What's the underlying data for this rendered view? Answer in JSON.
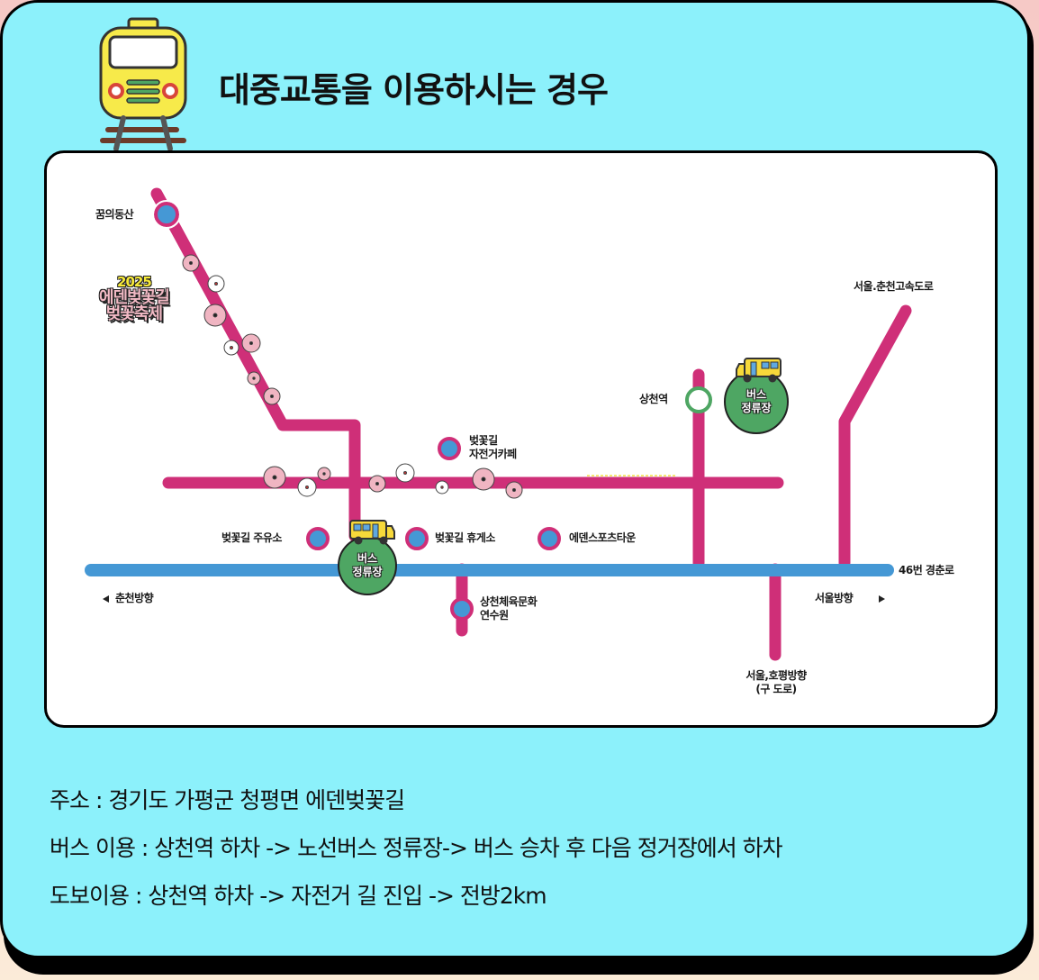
{
  "header": {
    "title": "대중교통을 이용하시는 경우",
    "icon": "train-icon"
  },
  "map": {
    "festival_badge": {
      "year": "2025",
      "line1": "에덴벚꽃길",
      "line2": "벚꽃축제"
    },
    "stations": {
      "dream_hill": "꿈의동산",
      "bike_cafe_line1": "벚꽃길",
      "bike_cafe_line2": "자전거카페",
      "gas_station": "벚꽃길 주유소",
      "rest_area": "벚꽃길 휴게소",
      "eden_sports": "에덴스포츠타운",
      "training_center_line1": "상천체육문화",
      "training_center_line2": "연수원",
      "sangcheon_station": "상천역"
    },
    "bus_stops": [
      {
        "line1": "버스",
        "line2": "정류장"
      },
      {
        "line1": "버스",
        "line2": "정류장"
      }
    ],
    "roads": {
      "highway": "서울.춘천고속도로",
      "route46": "46번 경춘로",
      "to_chuncheon": "춘천방향",
      "to_seoul": "서울방향",
      "old_road_line1": "서울,호평방향",
      "old_road_line2": "(구 도로)"
    },
    "colors": {
      "pink_road": "#cf2f78",
      "blue_road": "#4598d5",
      "station_fill": "#4598d5",
      "bus_stop_green": "#4ea663",
      "station_ring_green": "#4ea663"
    }
  },
  "info": {
    "address": "주소 : 경기도 가평군 청평면 에덴벚꽃길",
    "bus": "버스 이용 : 상천역 하차 -> 노선버스 정류장-> 버스 승차 후 다음 정거장에서 하차",
    "walk": "도보이용 : 상천역 하차 -> 자전거 길 진입 -> 전방2km"
  }
}
